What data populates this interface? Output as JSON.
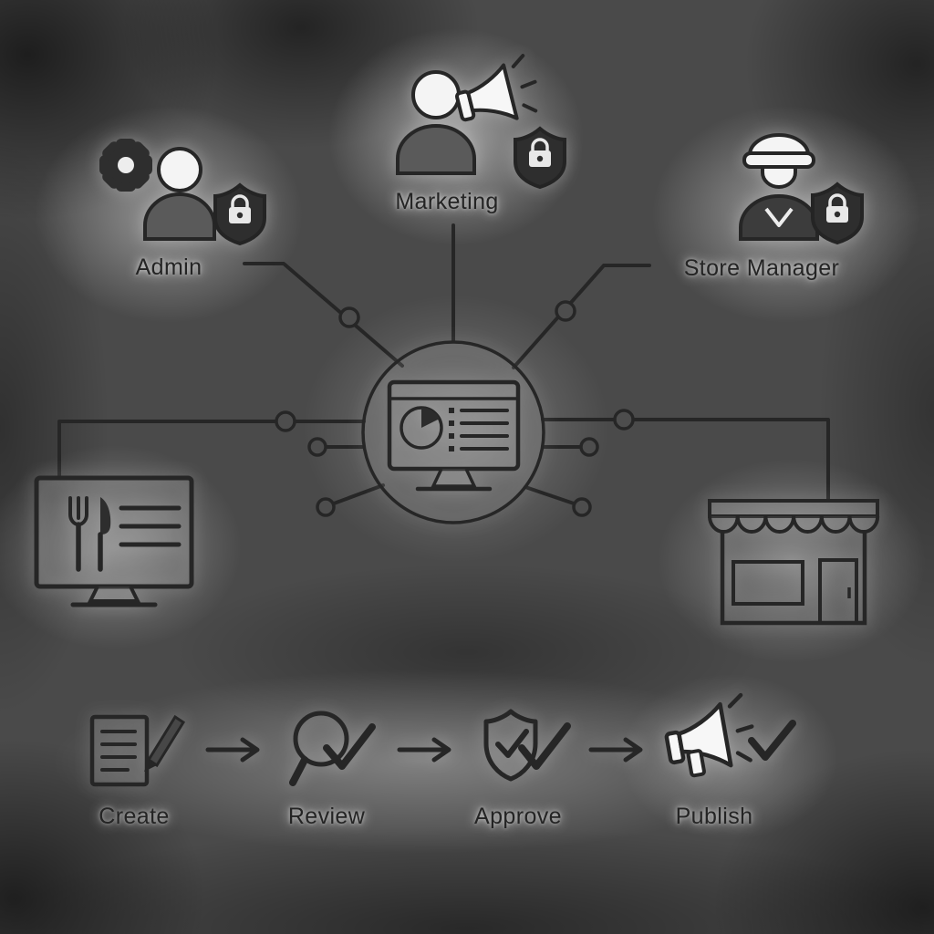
{
  "roles": {
    "admin": {
      "label": "Admin",
      "icons": [
        "gear-icon",
        "person-icon",
        "shield-lock-icon"
      ]
    },
    "marketing": {
      "label": "Marketing",
      "icons": [
        "person-icon",
        "megaphone-icon",
        "shield-lock-icon"
      ]
    },
    "store_manager": {
      "label": "Store Manager",
      "icons": [
        "capped-person-icon",
        "shield-lock-icon"
      ]
    }
  },
  "hub": {
    "icon": "dashboard-monitor-icon",
    "contents": [
      "pie-chart-icon",
      "list-rows-icon"
    ]
  },
  "endpoints": {
    "left": {
      "icon": "menu-board-monitor-icon",
      "contents": [
        "fork-icon",
        "knife-icon",
        "menu-lines"
      ]
    },
    "right": {
      "icon": "storefront-icon"
    }
  },
  "workflow": {
    "steps": [
      {
        "label": "Create",
        "icon": "document-pencil-icon"
      },
      {
        "label": "Review",
        "icon": "magnifier-check-icon"
      },
      {
        "label": "Approve",
        "icon": "shield-check-icon"
      },
      {
        "label": "Publish",
        "icon": "megaphone-check-icon"
      }
    ],
    "separator_icon": "arrow-right-icon"
  },
  "colors": {
    "background_base": "#4a4a4a",
    "line": "#262626",
    "icon_light": "#f5f5f5",
    "icon_dark": "#2e2e2e",
    "label_text": "#242424"
  }
}
